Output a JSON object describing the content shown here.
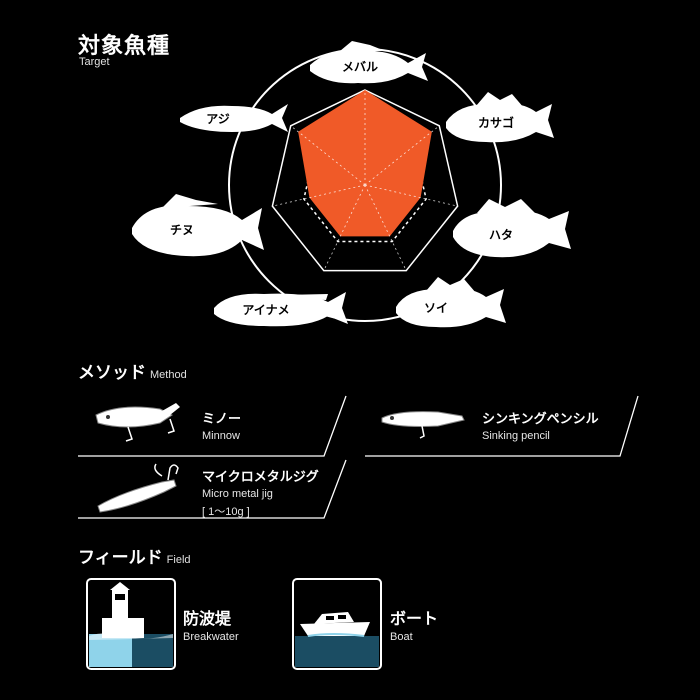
{
  "target": {
    "title": "対象魚種",
    "subtitle": "Target",
    "accent_color": "#f05a28",
    "fish": [
      {
        "name": "メバル",
        "level": 1.0
      },
      {
        "name": "カサゴ",
        "level": 0.9
      },
      {
        "name": "ハタ",
        "level": 0.6
      },
      {
        "name": "ソイ",
        "level": 0.6
      },
      {
        "name": "アイナメ",
        "level": 0.6
      },
      {
        "name": "チヌ",
        "level": 0.6
      },
      {
        "name": "アジ",
        "level": 0.9
      }
    ]
  },
  "method": {
    "title": "メソッド",
    "subtitle": "Method",
    "items": [
      {
        "jp": "ミノー",
        "en": "Minnow",
        "icon": "minnow-lure-icon"
      },
      {
        "jp": "シンキングペンシル",
        "en": "Sinking pencil",
        "icon": "sinking-pencil-lure-icon"
      },
      {
        "jp": "マイクロメタルジグ",
        "en": "Micro metal jig",
        "note": "[ 1～10g ]",
        "icon": "metal-jig-lure-icon"
      }
    ]
  },
  "field": {
    "title": "フィールド",
    "subtitle": "Field",
    "items": [
      {
        "jp": "防波堤",
        "en": "Breakwater",
        "icon": "lighthouse-icon"
      },
      {
        "jp": "ボート",
        "en": "Boat",
        "icon": "boat-icon"
      }
    ],
    "water_light": "#8fd3ea",
    "water_dark": "#1b4d63"
  }
}
